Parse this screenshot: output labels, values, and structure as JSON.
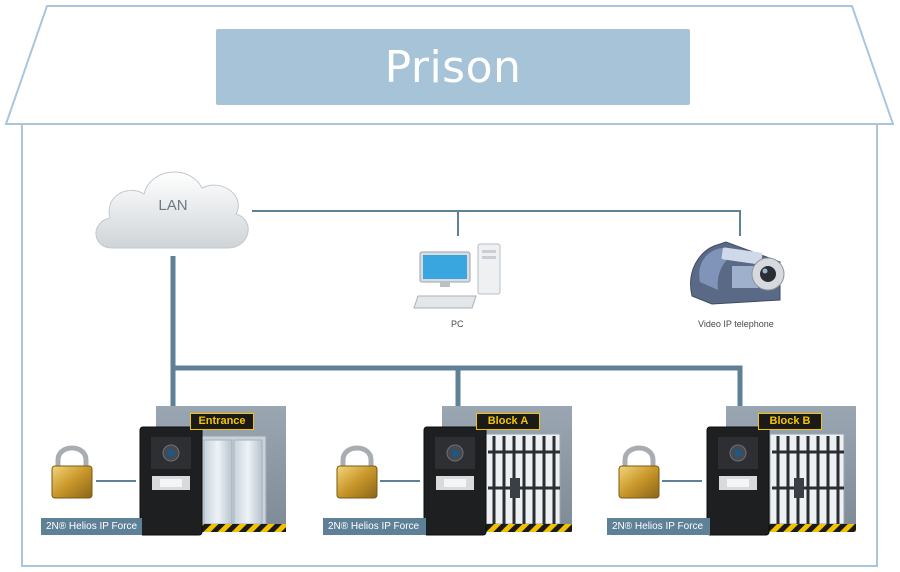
{
  "title": "Prison",
  "cloud_label": "LAN",
  "nodes": {
    "pc": "PC",
    "video_phone": "Video IP telephone"
  },
  "doors": [
    {
      "sign": "Entrance",
      "device": "2N® Helios IP Force"
    },
    {
      "sign": "Block A",
      "device": "2N® Helios IP Force"
    },
    {
      "sign": "Block B",
      "device": "2N® Helios IP Force"
    }
  ],
  "colors": {
    "banner": "#a7c3d8",
    "outline": "#a9c6dc",
    "network_line": "#5f8198",
    "sign_text": "#f5c400"
  }
}
